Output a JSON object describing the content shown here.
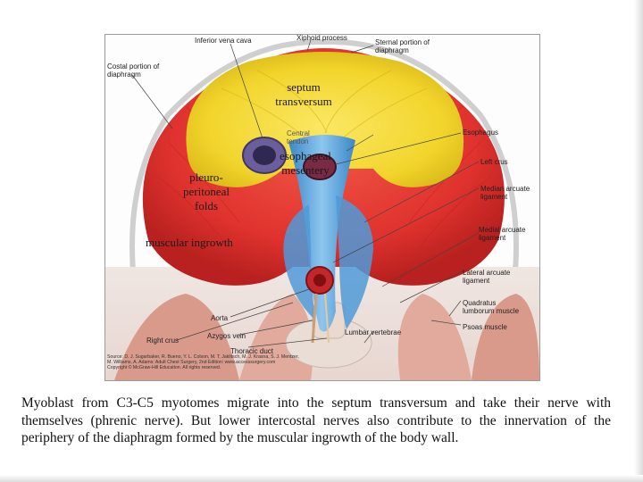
{
  "labels": {
    "inferior_vena_cava": "Inferior vena cava",
    "xiphoid_process": "Xiphoid process",
    "sternal_portion_l1": "Sternal portion of",
    "sternal_portion_l2": "diaphragm",
    "costal_portion_l1": "Costal portion of",
    "costal_portion_l2": "diaphragm",
    "central_tendon_l1": "Central",
    "central_tendon_l2": "tendon",
    "esophagus": "Esophagus",
    "left_crus": "Left crus",
    "median_arcuate_l1": "Median arcuate",
    "median_arcuate_l2": "ligament",
    "medial_arcuate_l1": "Medial arcuate",
    "medial_arcuate_l2": "ligament",
    "lateral_arcuate_l1": "Lateral arcuate",
    "lateral_arcuate_l2": "ligament",
    "quadratus_l1": "Quadratus",
    "quadratus_l2": "lumborum muscle",
    "psoas": "Psoas muscle",
    "lumbar_vertebrae": "Lumbar vertebrae",
    "aorta": "Aorta",
    "azygos_vein": "Azygos vein",
    "thoracic_duct": "Thoracic duct",
    "right_crus": "Right crus"
  },
  "source_lines": [
    "Source: D. J. Sugarbaker, R. Bueno, Y. L. Colson, M. T. Jaklitsch, M. J. Krasna, S. J. Mentzer,",
    "M. Williams, A. Adams: Adult Chest Surgery, 2nd Edition: www.accesssurgery.com",
    "Copyright © McGraw-Hill Education. All rights reserved."
  ],
  "overlays": {
    "septum_l1": "septum",
    "septum_l2": "transversum",
    "esophageal_l1": "esophageal",
    "esophageal_l2": "mesentery",
    "pleuro_l1": "pleuro-",
    "pleuro_l2": "peritoneal",
    "pleuro_l3": "folds",
    "muscular_ingrowth": "muscular ingrowth"
  },
  "caption": "Myoblast from C3-C5 myotomes migrate into the septum transversum  and take their nerve with themselves (phrenic nerve). But lower intercostal nerves also contribute to the innervation of the periphery of the diaphragm formed by the muscular ingrowth of the body wall.",
  "colors": {
    "muscle_red": "#e0322e",
    "septum_yellow": "#f2d52c",
    "mesentery_blue": "#5aa8e0",
    "caption_text": "#111111"
  }
}
